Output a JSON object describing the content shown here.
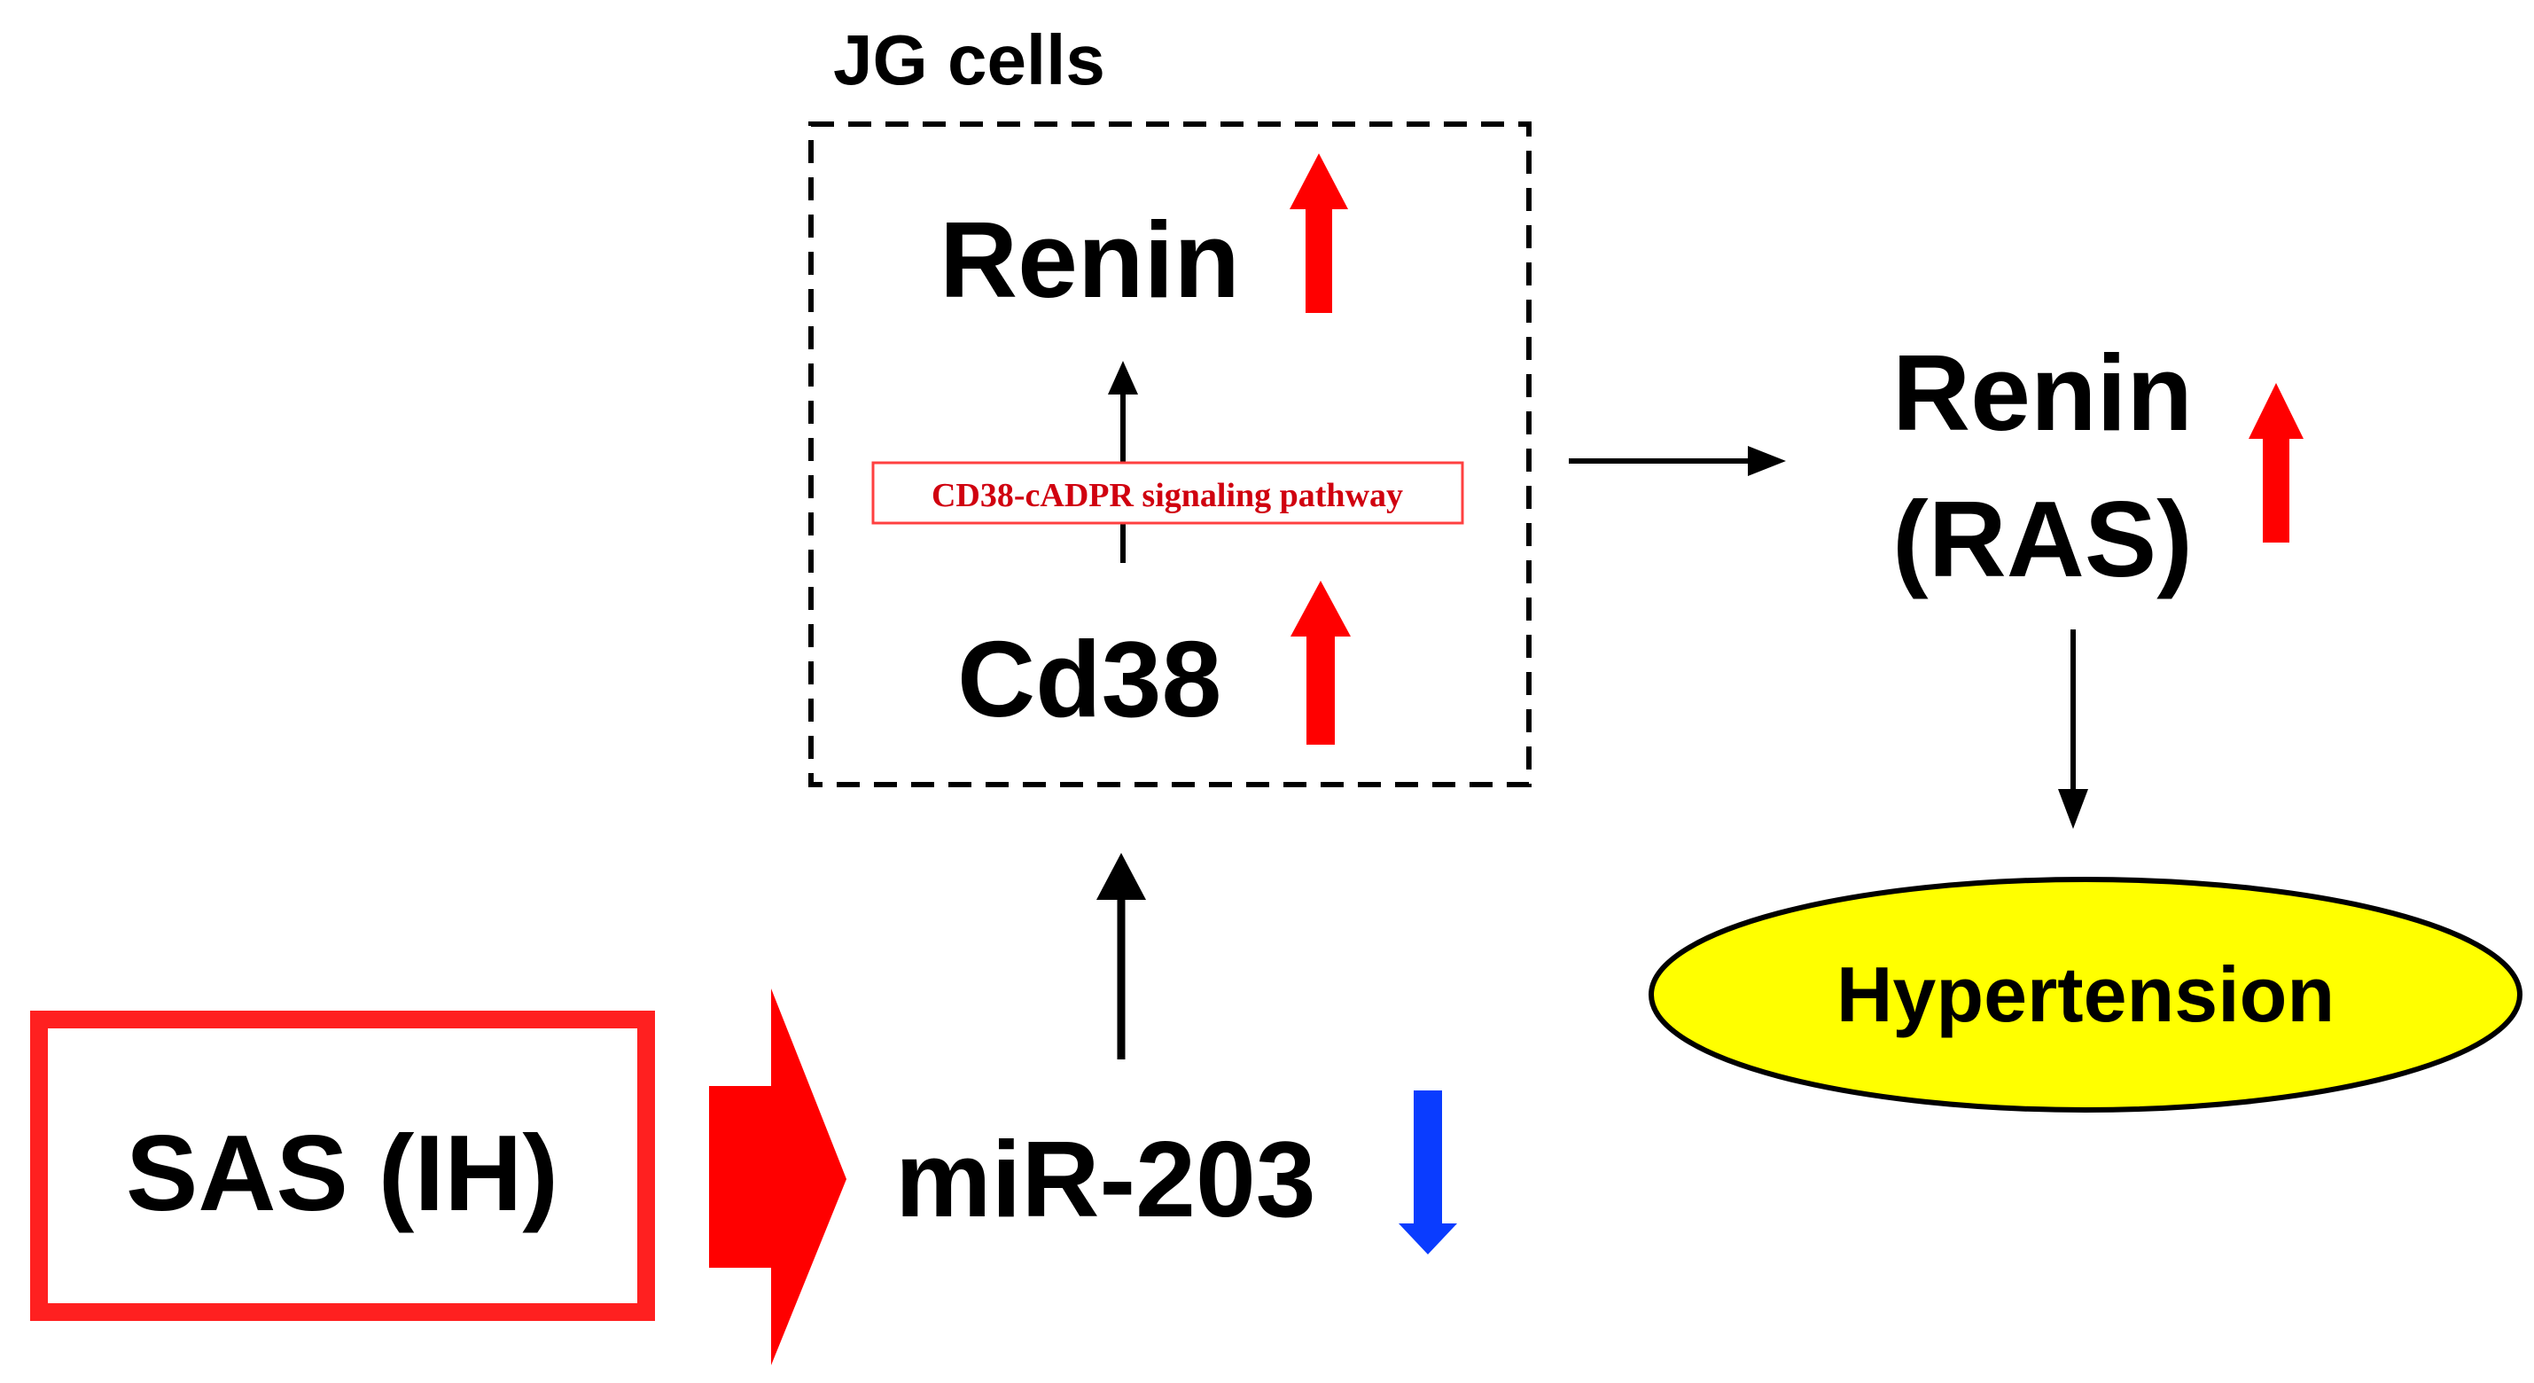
{
  "colors": {
    "up_arrow": "#ff0000",
    "down_arrow": "#0a3cff",
    "sas_box_border": "#ff2020",
    "block_arrow": "#ff0000",
    "pathway_text": "#d0000f",
    "pathway_border": "#ff4040",
    "ellipse_fill": "#ffff00",
    "ellipse_stroke": "#000000",
    "dashed_border": "#000000",
    "connector_arrow": "#000000"
  },
  "jg_cells": {
    "title": "JG cells",
    "renin": "Renin",
    "renin_trend": "up",
    "cd38": "Cd38",
    "cd38_trend": "up",
    "pathway": "CD38-cADPR signaling pathway"
  },
  "renin_ras": {
    "line1": "Renin",
    "line2": "(RAS)",
    "trend": "up"
  },
  "hypertension": "Hypertension",
  "sas": "SAS (IH)",
  "mir": {
    "label": "miR-203",
    "trend": "down"
  },
  "icons": [
    "up-arrow-icon",
    "down-arrow-icon",
    "block-arrow-icon"
  ]
}
